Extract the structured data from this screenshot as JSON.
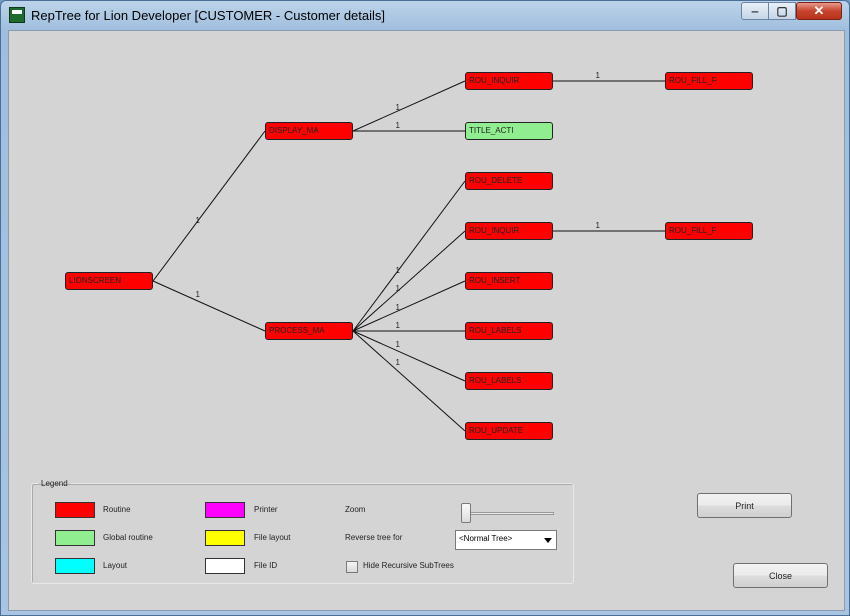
{
  "window": {
    "title": "RepTree for Lion Developer [CUSTOMER - Customer details]"
  },
  "window_controls": {
    "minimize": "‒",
    "maximize": "▢",
    "close": "✕"
  },
  "colors": {
    "routine": "#ff0000",
    "global_routine": "#90ee90",
    "layout": "#00ffff",
    "printer": "#ff00ff",
    "file_layout": "#ffff00",
    "file_id": "#ffffff"
  },
  "tree": {
    "nodes": [
      {
        "id": "n1",
        "label": "LIONSCREEN",
        "type": "routine"
      },
      {
        "id": "n2",
        "label": "DISPLAY_MA",
        "type": "routine"
      },
      {
        "id": "n3",
        "label": "PROCESS_MA",
        "type": "routine"
      },
      {
        "id": "n4",
        "label": "ROU_INQUIR",
        "type": "routine"
      },
      {
        "id": "n5",
        "label": "TITLE_ACTI",
        "type": "global_routine"
      },
      {
        "id": "n6",
        "label": "ROU_FILL_F",
        "type": "routine"
      },
      {
        "id": "n7",
        "label": "ROU_DELETE",
        "type": "routine"
      },
      {
        "id": "n8",
        "label": "ROU_INQUIR",
        "type": "routine"
      },
      {
        "id": "n9",
        "label": "ROU_FILL_F",
        "type": "routine"
      },
      {
        "id": "n10",
        "label": "ROU_INSERT",
        "type": "routine"
      },
      {
        "id": "n11",
        "label": "ROU_LABELS",
        "type": "routine"
      },
      {
        "id": "n12",
        "label": "ROU_LABELS",
        "type": "routine"
      },
      {
        "id": "n13",
        "label": "ROU_UPDATE",
        "type": "routine"
      }
    ],
    "edges": [
      {
        "from": "n1",
        "to": "n2",
        "label": "1"
      },
      {
        "from": "n1",
        "to": "n3",
        "label": "1"
      },
      {
        "from": "n2",
        "to": "n4",
        "label": "1"
      },
      {
        "from": "n2",
        "to": "n5",
        "label": "1"
      },
      {
        "from": "n4",
        "to": "n6",
        "label": "1"
      },
      {
        "from": "n3",
        "to": "n7",
        "label": "1"
      },
      {
        "from": "n3",
        "to": "n8",
        "label": "1"
      },
      {
        "from": "n3",
        "to": "n10",
        "label": "1"
      },
      {
        "from": "n3",
        "to": "n11",
        "label": "1"
      },
      {
        "from": "n3",
        "to": "n12",
        "label": "1"
      },
      {
        "from": "n3",
        "to": "n13",
        "label": "1"
      },
      {
        "from": "n8",
        "to": "n9",
        "label": "1"
      }
    ]
  },
  "legend": {
    "title": "Legend",
    "routine": "Routine",
    "global_routine": "Global routine",
    "layout": "Layout",
    "printer": "Printer",
    "file_layout": "File layout",
    "file_id": "File ID",
    "zoom_label": "Zoom",
    "zoom_value": 0.0,
    "reverse_label": "Reverse tree for",
    "reverse_value": "<Normal Tree>",
    "hide_recursive_label": "Hide Recursive SubTrees",
    "hide_recursive_checked": false
  },
  "buttons": {
    "print": "Print",
    "close": "Close"
  }
}
